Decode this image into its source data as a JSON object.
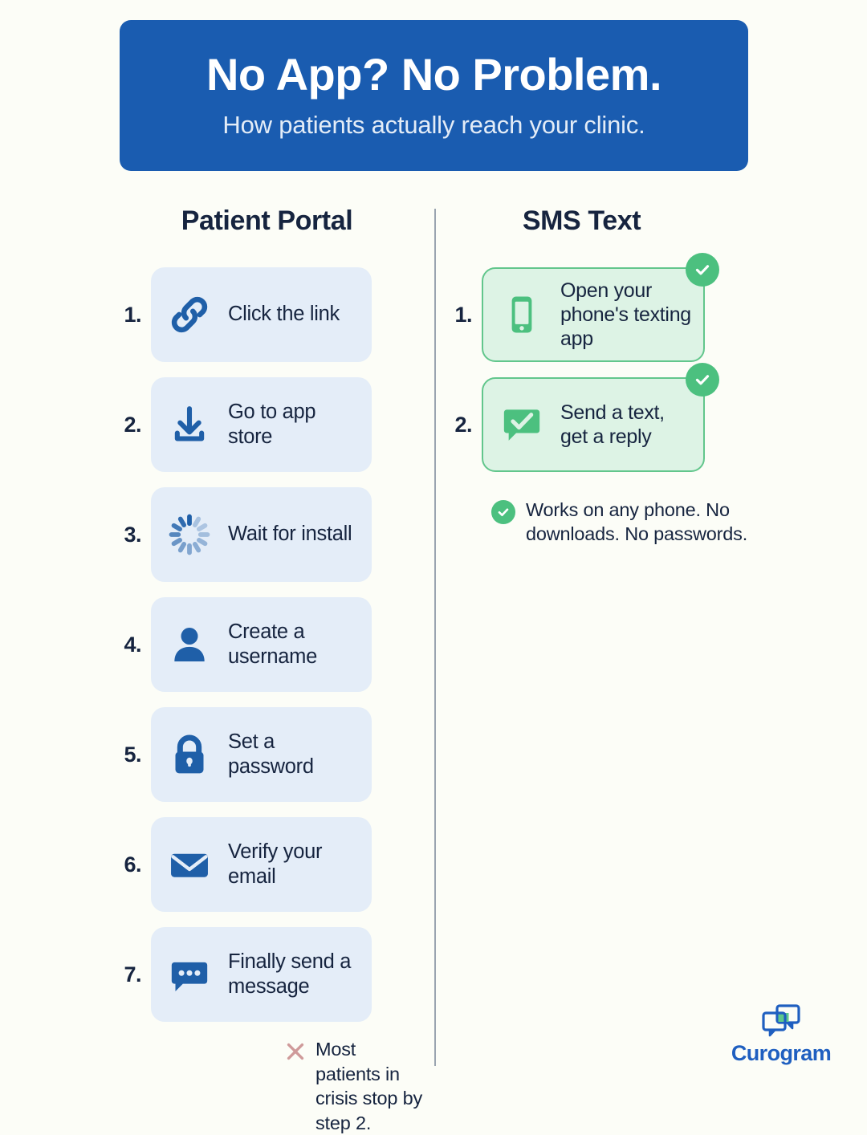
{
  "header": {
    "title": "No App? No Problem.",
    "subtitle": "How patients actually reach your clinic."
  },
  "colors": {
    "page_background": "#fcfdf7",
    "header_blue": "#1a5cb0",
    "portal_card_bg": "#e4edf8",
    "portal_icon_blue": "#1f5fa8",
    "sms_card_bg": "#ddf3e5",
    "sms_border_green": "#62c68c",
    "sms_icon_green": "#4cc07f",
    "check_badge_green": "#4cc07f",
    "text_navy": "#16243f",
    "footnote_x_rose": "#cf9a9a",
    "divider_gray": "#9aa4b0",
    "logo_blue": "#1f5fc0"
  },
  "columns": {
    "portal": {
      "heading": "Patient Portal",
      "steps": [
        {
          "number": "1.",
          "label": "Click the link",
          "icon": "link-icon"
        },
        {
          "number": "2.",
          "label": "Go to app store",
          "icon": "download-icon"
        },
        {
          "number": "3.",
          "label": "Wait for install",
          "icon": "spinner-icon"
        },
        {
          "number": "4.",
          "label": "Create a username",
          "icon": "person-icon"
        },
        {
          "number": "5.",
          "label": "Set a password",
          "icon": "lock-icon"
        },
        {
          "number": "6.",
          "label": "Verify your email",
          "icon": "envelope-icon"
        },
        {
          "number": "7.",
          "label": "Finally send a message",
          "icon": "chat-dots-icon"
        }
      ],
      "footnote": "Most patients in crisis stop by step 2."
    },
    "sms": {
      "heading": "SMS Text",
      "steps": [
        {
          "number": "1.",
          "label": "Open your phone's texting app",
          "icon": "smartphone-icon",
          "badge": "check-badge"
        },
        {
          "number": "2.",
          "label": "Send a text, get a reply",
          "icon": "chat-check-icon",
          "badge": "check-badge"
        }
      ],
      "benefits": "Works on any phone. No downloads. No passwords."
    }
  },
  "logo": {
    "wordmark": "Curogram",
    "mark": "chat-bubbles-logo"
  }
}
